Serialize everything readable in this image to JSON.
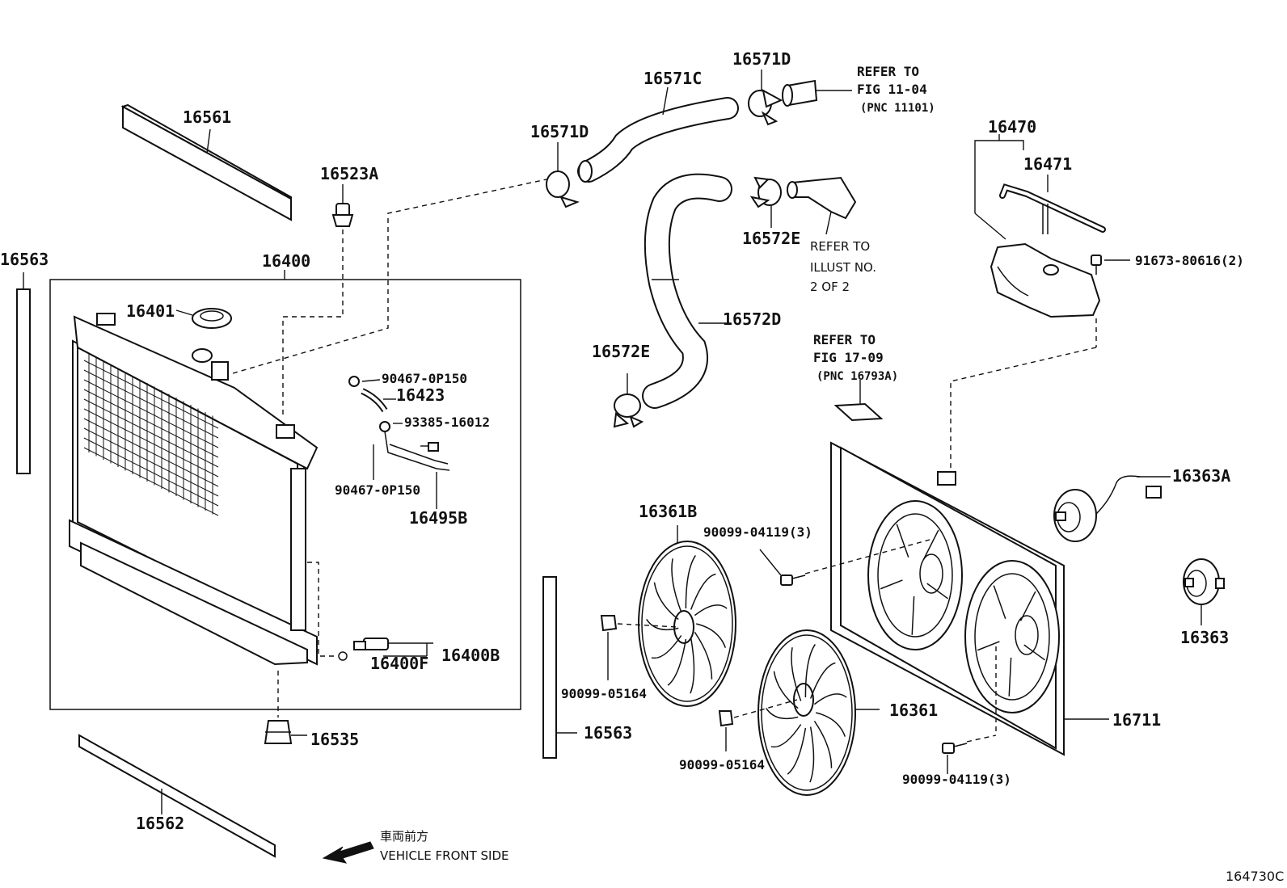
{
  "diagram": {
    "labels": {
      "p16561": "16561",
      "p16523A": "16523A",
      "p16563_left": "16563",
      "p16400": "16400",
      "p16401": "16401",
      "p90467_top": "90467-0P150",
      "p16423": "16423",
      "p93385": "93385-16012",
      "p90467_bot": "90467-0P150",
      "p16495B": "16495B",
      "p16400F": "16400F",
      "p16400B": "16400B",
      "p16535": "16535",
      "p16562": "16562",
      "p16571D_left": "16571D",
      "p16571C": "16571C",
      "p16571D_top": "16571D",
      "p16572E_top": "16572E",
      "p16572D": "16572D",
      "p16572E_left": "16572E",
      "p16470": "16470",
      "p16471": "16471",
      "p91673": "91673-80616(2)",
      "p16363A": "16363A",
      "p16363": "16363",
      "p16361B": "16361B",
      "p90099_04119_top": "90099-04119(3)",
      "p90099_05164_left": "90099-05164",
      "p16563_mid": "16563",
      "p16361": "16361",
      "p90099_05164_mid": "90099-05164",
      "p16711": "16711",
      "p90099_04119_bot": "90099-04119(3)"
    },
    "refs": {
      "fig1104": {
        "line1": "REFER TO",
        "line2": "FIG 11-04",
        "line3": "(PNC 11101)"
      },
      "illust": {
        "line1": "REFER TO",
        "line2": "ILLUST NO.",
        "line3": "2 OF 2"
      },
      "fig1709": {
        "line1": "REFER TO",
        "line2": "FIG 17-09",
        "line3": "(PNC 16793A)"
      }
    },
    "front": {
      "jp": "車両前方",
      "en": "VEHICLE FRONT SIDE"
    },
    "figure_id": "164730C"
  }
}
